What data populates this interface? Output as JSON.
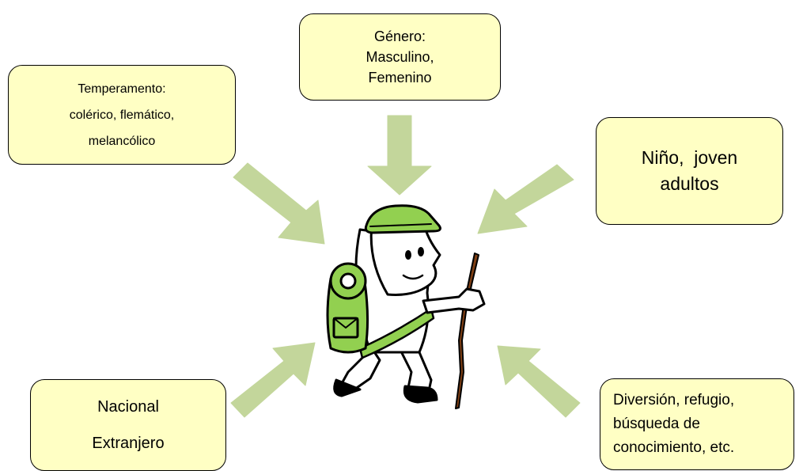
{
  "boxes": {
    "temperamento": [
      "Temperamento:",
      "colérico, flemático,",
      "melancólico"
    ],
    "genero": [
      "Género:",
      "Masculino,",
      "Femenino"
    ],
    "edad": [
      "Niño,  joven",
      "adultos"
    ],
    "procedencia": [
      "Nacional",
      "Extranjero"
    ],
    "motivacion": [
      "Diversión, refugio,",
      "búsqueda de",
      "conocimiento, etc."
    ]
  },
  "colors": {
    "box_fill": "#ffffc4",
    "arrow_fill": "#c3d69b",
    "character_green": "#92d050",
    "staff_brown": "#7f3f14"
  },
  "icons": [
    "hiker-icon",
    "walking-stick-icon",
    "backpack-icon"
  ]
}
